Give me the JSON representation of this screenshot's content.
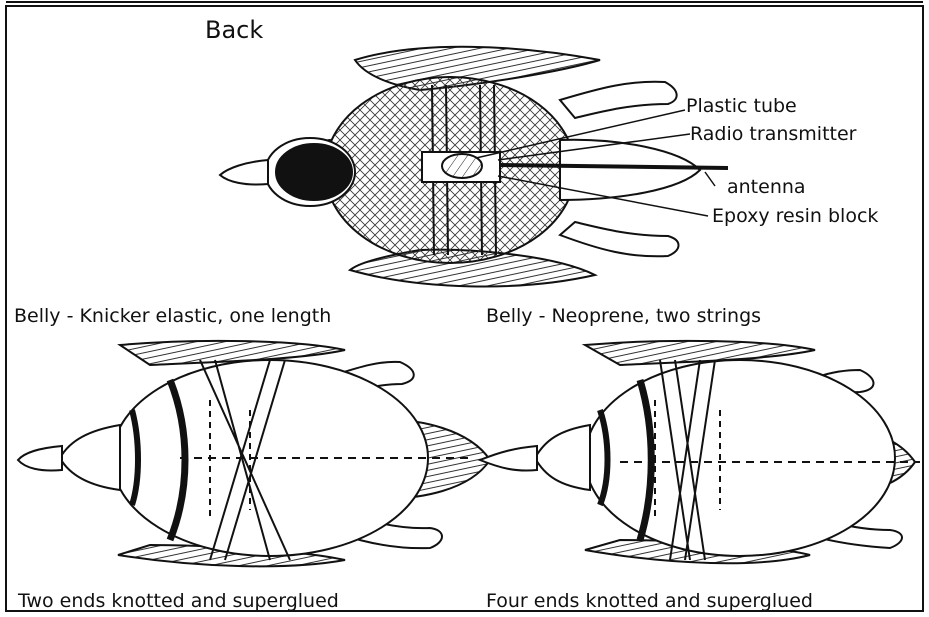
{
  "figure": {
    "back_title": "Back",
    "labels": {
      "plastic_tube": "Plastic tube",
      "radio_transmitter": "Radio transmitter",
      "antenna": "antenna",
      "epoxy_block": "Epoxy resin block"
    },
    "belly_left_title": "Belly - Knicker elastic, one length",
    "belly_right_title": "Belly - Neoprene, two strings",
    "caption_left": "Two ends knotted and superglued",
    "caption_right": "Four ends knotted and superglued"
  }
}
